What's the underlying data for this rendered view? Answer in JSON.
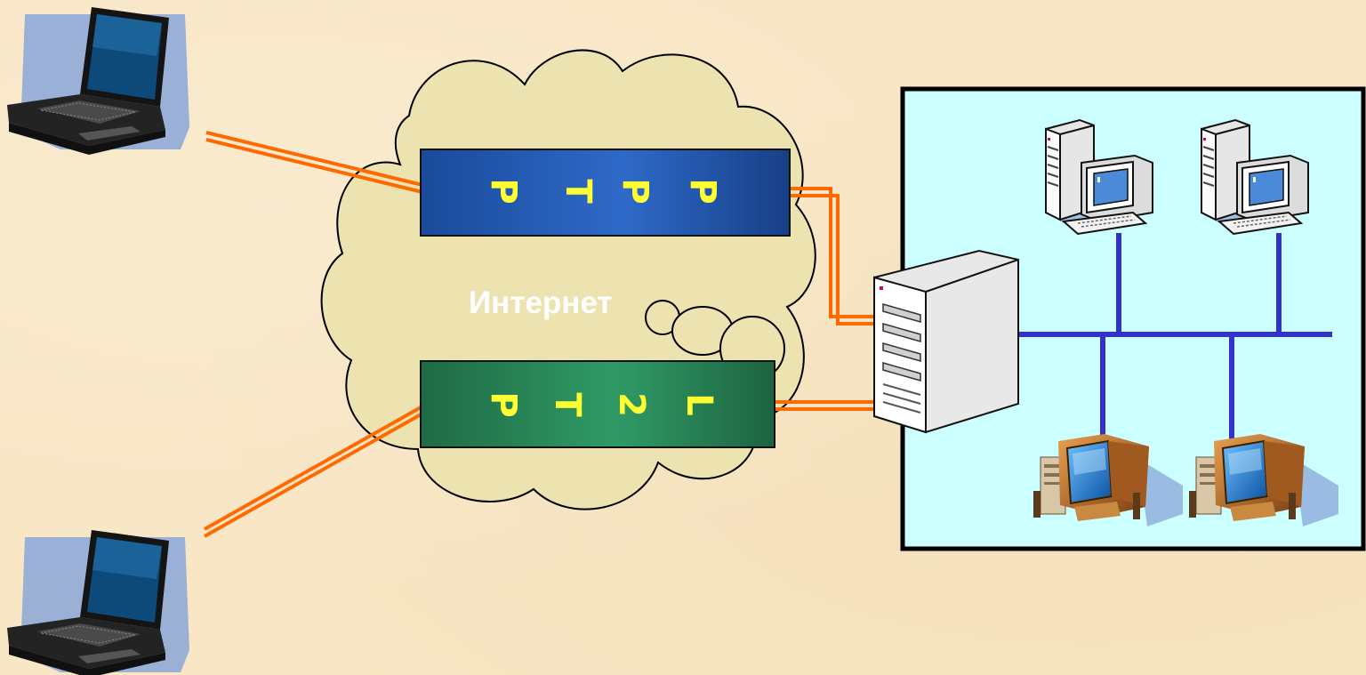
{
  "cloud": {
    "label": "Интернет"
  },
  "tunnels": {
    "top": {
      "chars": [
        "P",
        "T",
        "P",
        "P"
      ],
      "color": "#1a4fa0"
    },
    "bottom": {
      "chars": [
        "P",
        "T",
        "2",
        "L"
      ],
      "color": "#2a7a50"
    }
  },
  "colors": {
    "background": "#f8e6c4",
    "cloud_fill": "#ece3b0",
    "tunnel_text": "#ffff33",
    "wan_link": "#ff6a00",
    "lan_bus": "#3333cc",
    "lan_panel": "#ccffff"
  },
  "icons": {
    "remote_clients": [
      "laptop-icon",
      "laptop-icon"
    ],
    "gateway": "server-tower-icon",
    "lan_servers": [
      "workstation-server-icon",
      "workstation-server-icon"
    ],
    "lan_desktops": [
      "desktop-pc-icon",
      "desktop-pc-icon"
    ]
  }
}
